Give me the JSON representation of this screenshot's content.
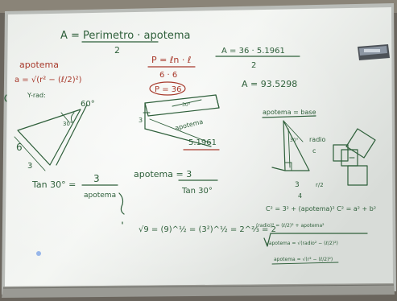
{
  "board": {
    "formula_area": "A = Perimetro · apotema",
    "formula_area_den": "2",
    "calc_area": "A = 36 · 5.1961",
    "calc_area_den": "2",
    "result_area": "A = 93.5298",
    "apotema_title": "apotema",
    "apotema_formula": "a = √(r² − (ℓ/2)²)",
    "yrad_note": "Y-rad:",
    "angle_60": "60°",
    "angle_30": "30°",
    "side_6": "6",
    "side_3": "3",
    "perimetro_formula": "P = ℓn · ℓ",
    "perimetro_calc": "6 · 6",
    "perimetro_result": "P = 36",
    "apotema_diag_label": "apotema",
    "apotema_value": "5.1961",
    "tan_eq_left": "Tan 30° =",
    "tan_eq_num": "3",
    "tan_eq_den": "apotema",
    "apotema_eq": "apotema = 3",
    "apotema_eq_den": "Tan 30°",
    "root_chain": "√9 = (9)^½ = (3²)^½ = 2^⅔ = 2",
    "apotema_base_label": "apotema = base",
    "radio_label": "radio",
    "pyth_1": "C² = 3² + (apotema)²     C² = a² + b²",
    "pyth_2": "(radio)² = (ℓ/2)² + apotema²",
    "pyth_3": "√apotema = √(radio² − (ℓ/2)²)",
    "pyth_4": "apotema = √(r² − (ℓ/2)²)",
    "side_4": "4",
    "side_c": "c",
    "frac_r2": "r/2"
  }
}
